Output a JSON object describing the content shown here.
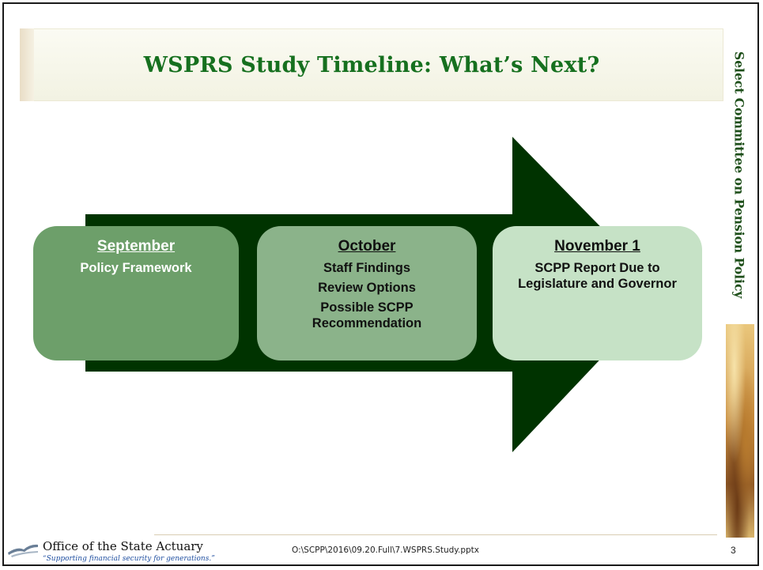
{
  "slide": {
    "title": "WSPRS Study Timeline:  What’s Next?",
    "side_title": "Select Committee on Pension Policy",
    "accent_color": "#16701f",
    "arrow_color": "#003300"
  },
  "timeline": [
    {
      "heading": "September",
      "lines": [
        "Policy Framework"
      ]
    },
    {
      "heading": "October",
      "lines": [
        "Staff Findings",
        "Review Options",
        "Possible SCPP Recommendation"
      ]
    },
    {
      "heading": "November 1",
      "lines": [
        "SCPP Report Due to Legislature and Governor"
      ]
    }
  ],
  "footer": {
    "org_name": "Office of the State Actuary",
    "tagline": "“Supporting financial security for generations.”",
    "file_path": "O:\\SCPP\\2016\\09.20.Full\\7.WSPRS.Study.pptx",
    "page_number": "3"
  }
}
